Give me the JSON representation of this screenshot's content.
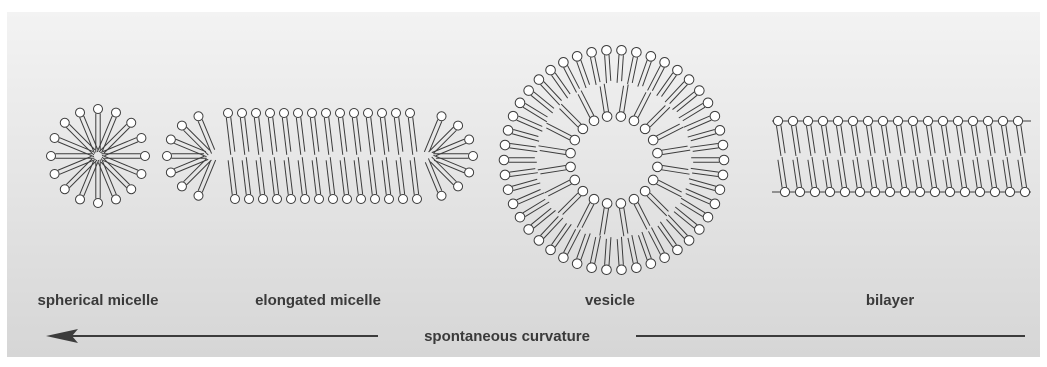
{
  "structures": [
    {
      "id": "spherical-micelle",
      "label": "spherical micelle"
    },
    {
      "id": "elongated-micelle",
      "label": "elongated micelle"
    },
    {
      "id": "vesicle",
      "label": "vesicle"
    },
    {
      "id": "bilayer",
      "label": "bilayer"
    }
  ],
  "axis": {
    "label": "spontaneous curvature",
    "arrow_direction": "left"
  },
  "colors": {
    "background_top": "#f2f2f2",
    "background_bottom": "#d9d9d9",
    "line": "#3c3c3c",
    "head_fill": "#ffffff",
    "text": "#3a3a3a"
  }
}
